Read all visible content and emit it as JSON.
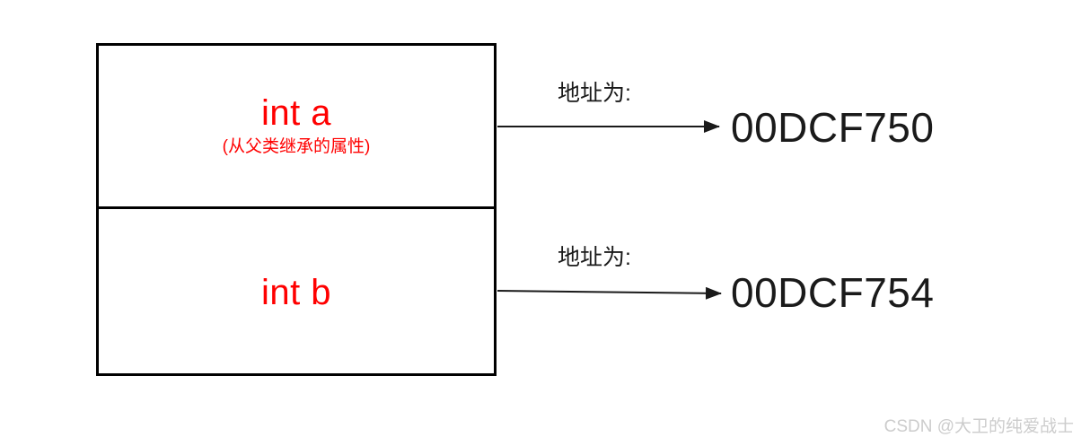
{
  "diagram": {
    "title": "object-memory-layout",
    "colors": {
      "member_text": "#ff0000",
      "box_border": "#000000",
      "arrow": "#1a1a1a",
      "background": "#ffffff",
      "watermark": "#cccccc"
    }
  },
  "memory_block": {
    "cells": [
      {
        "variable": "int a",
        "note": "(从父类继承的属性)"
      },
      {
        "variable": "int b",
        "note": ""
      }
    ]
  },
  "annotations": [
    {
      "label": "地址为:",
      "address": "00DCF750"
    },
    {
      "label": "地址为:",
      "address": "00DCF754"
    }
  ],
  "watermark": {
    "text": "CSDN @大卫的纯爱战士"
  }
}
